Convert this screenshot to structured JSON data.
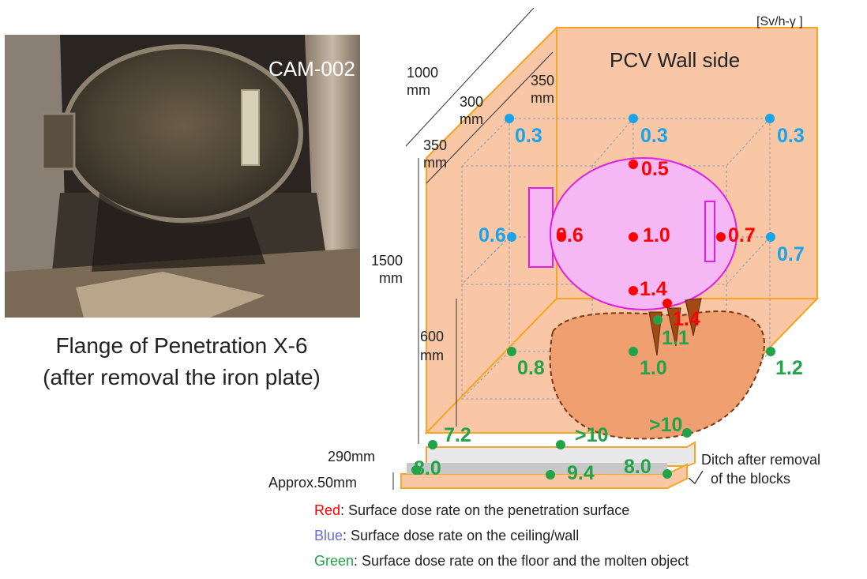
{
  "photo": {
    "camera_label": "CAM-002",
    "caption_line1": "Flange of Penetration X-6",
    "caption_line2": "(after removal the iron plate)"
  },
  "diagram": {
    "unit": "[Sv/h-γ ]",
    "wall_label": "PCV Wall side",
    "dim_1000": [
      "1000",
      "mm"
    ],
    "dim_350_top": [
      "350",
      "mm"
    ],
    "dim_300": [
      "300",
      "mm"
    ],
    "dim_350_left": [
      "350",
      "mm"
    ],
    "dim_1500": [
      "1500",
      "mm"
    ],
    "dim_600": [
      "600",
      "mm"
    ],
    "dim_290": "290mm",
    "dim_50": "Approx.50mm",
    "ditch_note": [
      "Ditch after removal",
      "of the blocks"
    ],
    "red_values": [
      "0.5",
      "0.6",
      "1.0",
      "0.7",
      "1.4",
      "1.4"
    ],
    "blue_values": [
      "0.3",
      "0.3",
      "0.3",
      "0.6",
      "0.7"
    ],
    "green_values": [
      "1.1",
      "0.8",
      "1.0",
      "1.2",
      "7.2",
      ">10",
      ">10",
      "8.0",
      "9.4",
      "8.0"
    ]
  },
  "legend": {
    "red_key": "Red",
    "red_text": ": Surface dose rate on the penetration surface",
    "blue_key": "Blue",
    "blue_text": ": Surface dose rate on the ceiling/wall",
    "green_key": "Green",
    "green_text": ": Surface dose rate on the floor and the molten object"
  },
  "colors": {
    "red": "#ff0000",
    "blue": "#1aa3e8",
    "green": "#22a34a",
    "box_fill": "#f9c6a6",
    "box_edge": "#f5a623",
    "flange": "#f5b8f5",
    "flange_edge": "#e020e0",
    "deposit": "#f0a070"
  }
}
